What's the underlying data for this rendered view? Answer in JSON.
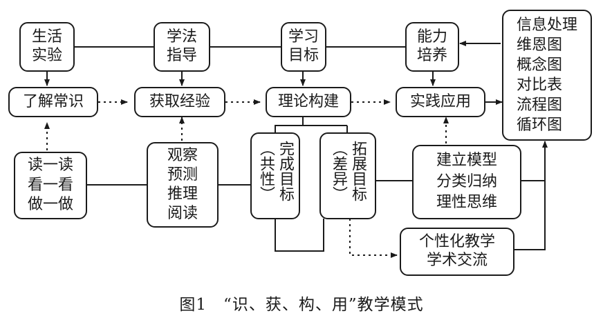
{
  "diagram": {
    "top_boxes": [
      {
        "lines": [
          "生活",
          "实验"
        ]
      },
      {
        "lines": [
          "学法",
          "指导"
        ]
      },
      {
        "lines": [
          "学习",
          "目标"
        ]
      },
      {
        "lines": [
          "能力",
          "培养"
        ]
      }
    ],
    "main_row": [
      "了解常识",
      "获取经验",
      "理论构建",
      "实践应用"
    ],
    "right_list": [
      "信息处理",
      "维恩图",
      "概念图",
      "对比表",
      "流程图",
      "循环图"
    ],
    "bottom_left": [
      "读一读",
      "看一看",
      "做一做"
    ],
    "bottom_methods": [
      "观察",
      "预测",
      "推理",
      "阅读"
    ],
    "goal_common": {
      "col1": "完成目标",
      "col2": "（共性）"
    },
    "goal_diff": {
      "col1": "拓展目标",
      "col2": "（差异）"
    },
    "model_box": [
      "建立模型",
      "分类归纳",
      "理性思维"
    ],
    "exchange_box": [
      "个性化教学",
      "学术交流"
    ]
  },
  "caption": "图1　“识、获、构、用”教学模式"
}
